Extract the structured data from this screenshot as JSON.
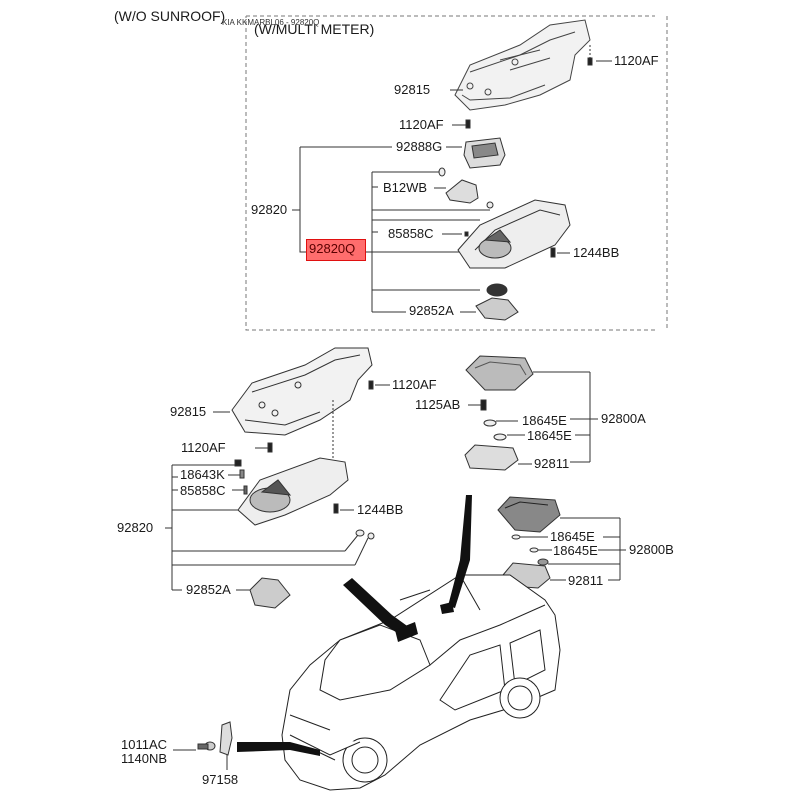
{
  "headers": {
    "without_sunroof": "(W/O SUNROOF)",
    "with_multi_meter": "(W/MULTI METER)",
    "catalog_ref": "KIA KKMARBL06 - 92820Q"
  },
  "highlight": {
    "part_number": "92820Q",
    "color": "#ff3c3c"
  },
  "upper_group": {
    "labels": {
      "panel": "92815",
      "bolt_top": "1120AF",
      "bolt_mid": "1120AF",
      "assembly": "92820",
      "meter": "92888G",
      "bulb": "B12WB",
      "clip": "85858C",
      "screw": "1244BB",
      "cover": "92852A"
    }
  },
  "lower_left_group": {
    "labels": {
      "panel": "92815",
      "bolt_right": "1120AF",
      "bolt_left": "1120AF",
      "assembly": "92820",
      "bulb": "18643K",
      "clip": "85858C",
      "screw": "1244BB",
      "cover": "92852A"
    }
  },
  "right_group_a": {
    "labels": {
      "bolt": "1125AB",
      "bulb_1": "18645E",
      "bulb_2": "18645E",
      "assembly": "92800A",
      "lens": "92811"
    }
  },
  "right_group_b": {
    "labels": {
      "bulb_1": "18645E",
      "bulb_2": "18645E",
      "assembly": "92800B",
      "lens": "92811"
    }
  },
  "bottom_group": {
    "labels": {
      "bolt_1": "1011AC",
      "bolt_2": "1140NB",
      "sensor": "97158"
    }
  },
  "vehicle": {
    "icon": "suv-outline-icon"
  }
}
